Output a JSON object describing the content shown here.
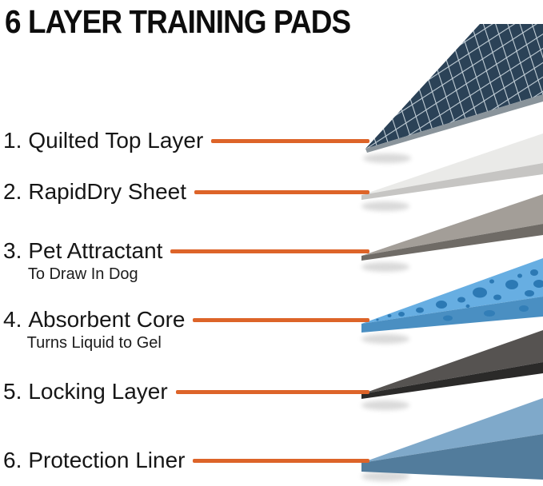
{
  "title": "6 LAYER TRAINING PADS",
  "accent_color": "#DD6429",
  "background": "#FFFFFF",
  "mesh": {
    "background": "#2B4257",
    "line_color": "#C7D3DB"
  },
  "layers": [
    {
      "num": "1.",
      "name": "Quilted Top Layer",
      "sub": "",
      "color_top": "#2B4257",
      "color_front": "#8A949B"
    },
    {
      "num": "2.",
      "name": "RapidDry Sheet",
      "sub": "",
      "color_top": "#EAEAE8",
      "color_front": "#C6C5C3"
    },
    {
      "num": "3.",
      "name": "Pet Attractant",
      "sub": "To Draw In Dog",
      "color_top": "#A39E98",
      "color_front": "#6F6B66"
    },
    {
      "num": "4.",
      "name": "Absorbent Core",
      "sub": "Turns Liquid to Gel",
      "color_top": "#67AEE2",
      "color_front": "#4A8FC2",
      "bubble_color": "#2C79B4"
    },
    {
      "num": "5.",
      "name": "Locking Layer",
      "sub": "",
      "color_top": "#565351",
      "color_front": "#2B2A29"
    },
    {
      "num": "6.",
      "name": "Protection Liner",
      "sub": "",
      "color_top": "#7FA9CA",
      "color_front": "#527C9C"
    }
  ]
}
